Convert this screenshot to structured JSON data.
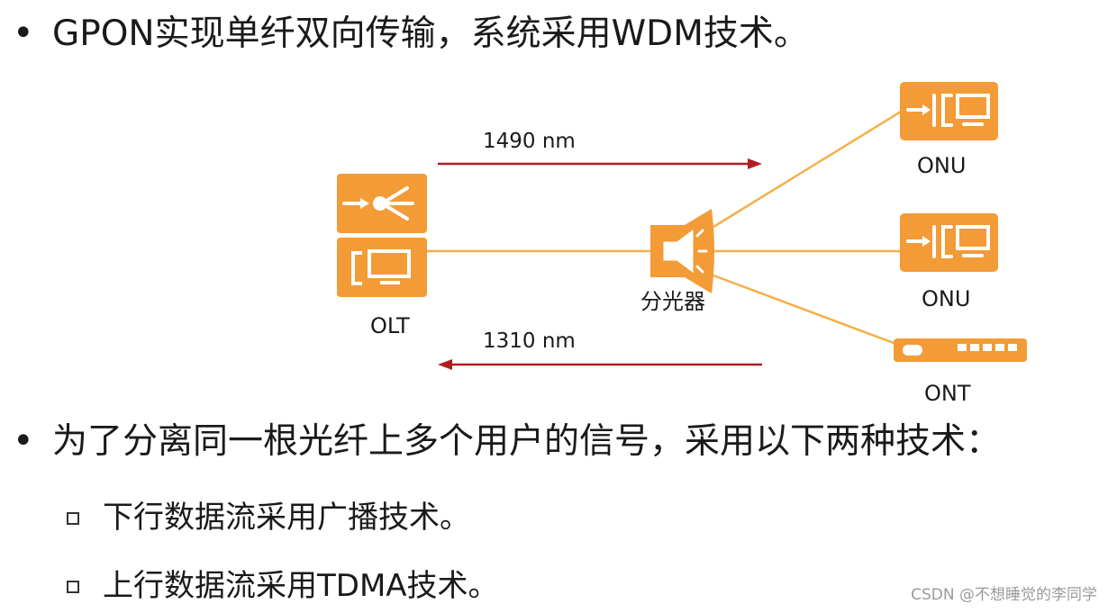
{
  "bullets": {
    "top": {
      "symbol": "•",
      "text": "GPON实现单纤双向传输，系统采用WDM技术。"
    },
    "middle": {
      "symbol": "•",
      "text": "为了分离同一根光纤上多个用户的信号，采用以下两种技术："
    },
    "sub1": {
      "text": "下行数据流采用广播技术。"
    },
    "sub2": {
      "text": "上行数据流采用TDMA技术。"
    }
  },
  "diagram": {
    "downstream_label": "1490 nm",
    "upstream_label": "1310 nm",
    "olt_label": "OLT",
    "splitter_label": "分光器",
    "onu1_label": "ONU",
    "onu2_label": "ONU",
    "ont_label": "ONT",
    "colors": {
      "device_orange": "#f39b36",
      "fiber_orange": "#f4b04a",
      "arrow_red": "#b01e22"
    },
    "icons": {
      "olt": "olt-device-icon",
      "splitter": "splitter-icon",
      "onu": "onu-device-icon",
      "ont": "ont-device-icon"
    }
  },
  "watermark": "CSDN @不想睡觉的李同学"
}
